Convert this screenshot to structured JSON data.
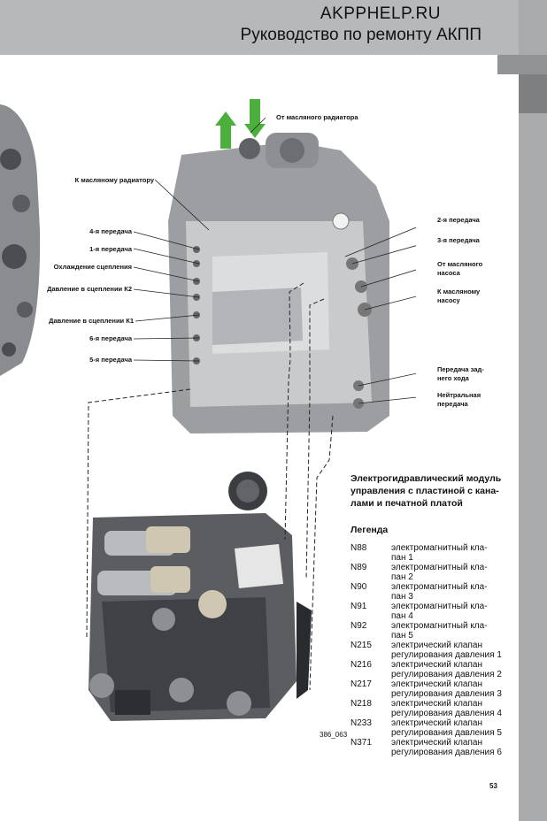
{
  "header": {
    "site": "AKPPHELP.RU",
    "subtitle": "Руководство по ремонту АКПП"
  },
  "figure": {
    "code": "386_063",
    "callouts": {
      "from_cooler": "От масляного радиатора",
      "to_cooler": "К масляному радиатору",
      "gear4": "4-я передача",
      "gear1": "1-я передача",
      "clutch_cooling": "Охлаждение сцепления",
      "pressure_k2": "Давление в сцеплении К2",
      "pressure_k1": "Давление в сцеплении К1",
      "gear6": "6-я передача",
      "gear5": "5-я передача",
      "gear2": "2-я передача",
      "gear3": "3-я передача",
      "from_pump_1": "От масляного",
      "from_pump_2": "насоса",
      "to_pump_1": "К масляному",
      "to_pump_2": "насосу",
      "reverse_1": "Передача зад-",
      "reverse_2": "него хода",
      "neutral_1": "Нейтральная",
      "neutral_2": "передача"
    }
  },
  "caption": {
    "line1": "Электрогидравлический модуль",
    "line2": "управления с пластиной с кана-",
    "line3": "лами и печатной платой"
  },
  "legend": {
    "title": "Легенда",
    "items": [
      {
        "code": "N88",
        "l1": "электромагнитный кла-",
        "l2": "пан 1"
      },
      {
        "code": "N89",
        "l1": "электромагнитный кла-",
        "l2": "пан 2"
      },
      {
        "code": "N90",
        "l1": "электромагнитный кла-",
        "l2": "пан 3"
      },
      {
        "code": "N91",
        "l1": "электромагнитный кла-",
        "l2": "пан 4"
      },
      {
        "code": "N92",
        "l1": "электромагнитный кла-",
        "l2": "пан 5"
      },
      {
        "code": "N215",
        "l1": "электрический клапан",
        "l2": "регулирования давления 1"
      },
      {
        "code": "N216",
        "l1": "электрический клапан",
        "l2": "регулирования давления 2"
      },
      {
        "code": "N217",
        "l1": "электрический клапан",
        "l2": "регулирования давления 3"
      },
      {
        "code": "N218",
        "l1": "электрический клапан",
        "l2": "регулирования давления 4"
      },
      {
        "code": "N233",
        "l1": "электрический клапан",
        "l2": "регулирования давления 5"
      },
      {
        "code": "N371",
        "l1": "электрический клапан",
        "l2": "регулирования давления 6"
      }
    ]
  },
  "page_number": "53",
  "colors": {
    "header_bg": "#b7b8ba",
    "sidebar_bg": "#a9aaac",
    "arrow_green": "#4caf3c"
  }
}
